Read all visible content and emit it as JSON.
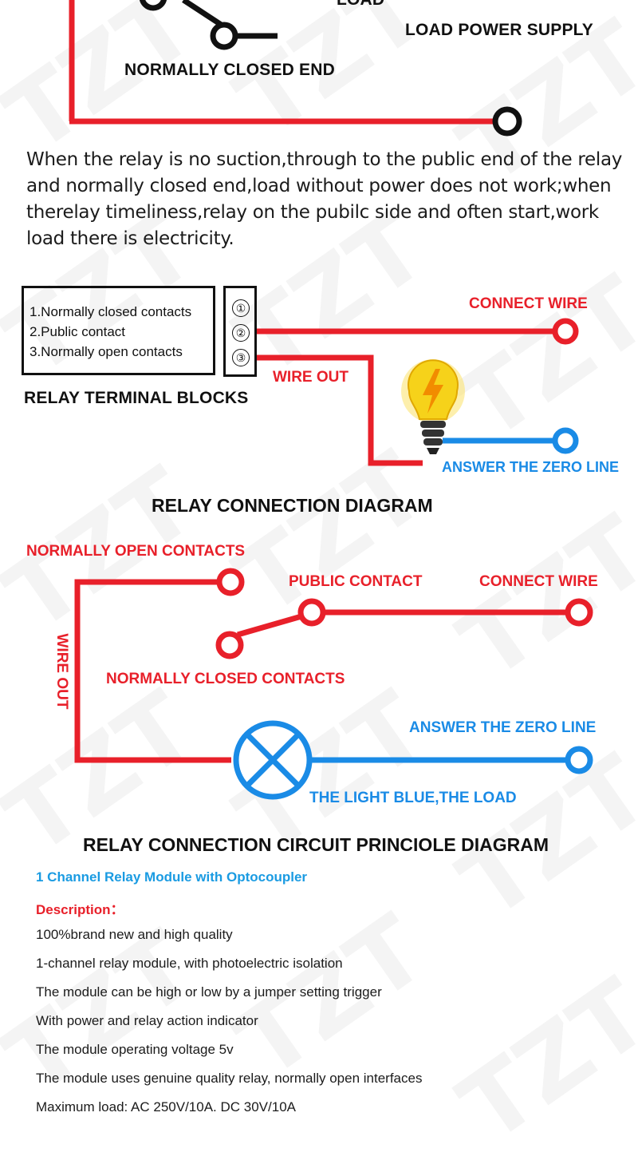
{
  "watermark": "TZT",
  "top": {
    "load_label": "LOAD",
    "load_power_supply": "LOAD POWER SUPPLY",
    "normally_closed_end": "NORMALLY CLOSED END"
  },
  "paragraph": "When the relay is no suction,through to the public end of the relay and normally closed end,load without power does not work;when therelay timeliness,relay on the pubilc side and often start,work load there is electricity.",
  "terminal": {
    "items": [
      "1.Normally closed contacts",
      "2.Public contact",
      "3.Normally open contacts"
    ],
    "numbers": [
      "①",
      "②",
      "③"
    ],
    "caption": "RELAY TERMINAL BLOCKS",
    "connect_wire": "CONNECT WIRE",
    "wire_out": "WIRE OUT",
    "zero_line": "ANSWER THE ZERO LINE",
    "title": "RELAY CONNECTION DIAGRAM"
  },
  "circuit": {
    "normally_open": "NORMALLY OPEN CONTACTS",
    "public_contact": "PUBLIC CONTACT",
    "connect_wire": "CONNECT WIRE",
    "wire_out": "WIRE OUT",
    "normally_closed": "NORMALLY CLOSED CONTACTS",
    "zero_line": "ANSWER THE ZERO LINE",
    "light_load": "THE LIGHT BLUE,THE LOAD",
    "title": "RELAY CONNECTION CIRCUIT PRINCIOLE DIAGRAM"
  },
  "description": {
    "title": "1 Channel Relay Module with Optocoupler",
    "label": "Description：",
    "items": [
      "100%brand new and high quality",
      "1-channel relay module, with photoelectric isolation",
      "The module can be high or low by a jumper setting trigger",
      "With power and relay action indicator",
      "The module operating voltage 5v",
      "The module uses genuine quality relay, normally open interfaces",
      "Maximum load: AC 250V/10A. DC 30V/10A"
    ]
  },
  "colors": {
    "red": "#e8202a",
    "blue": "#1a8be6",
    "black": "#111111",
    "bulb": "#f6d21a"
  }
}
